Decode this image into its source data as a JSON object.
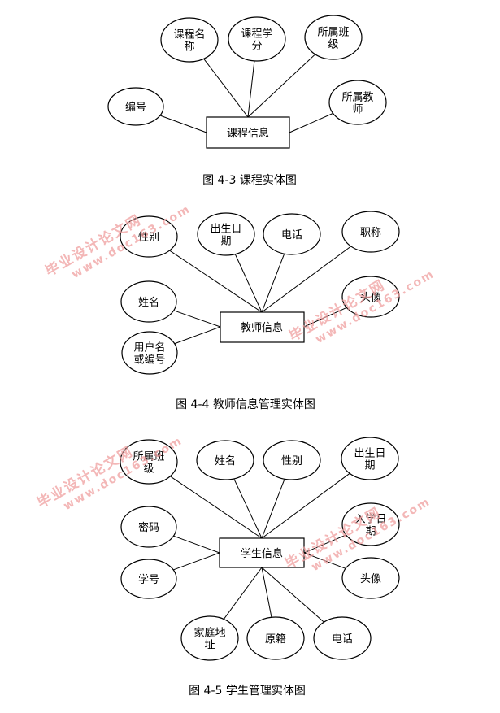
{
  "figures": [
    {
      "caption": "图 4-3 课程实体图",
      "entity": "课程信息",
      "attributes": [
        [
          "课程名",
          "称"
        ],
        [
          "课程学",
          "分"
        ],
        [
          "所属班",
          "级"
        ],
        [
          "编号"
        ],
        [
          "所属教",
          "师"
        ]
      ]
    },
    {
      "caption": "图 4-4 教师信息管理实体图",
      "entity": "教师信息",
      "attributes": [
        [
          "性别"
        ],
        [
          "出生日",
          "期"
        ],
        [
          "电话"
        ],
        [
          "职称"
        ],
        [
          "姓名"
        ],
        [
          "头像"
        ],
        [
          "用户名",
          "或编号"
        ]
      ]
    },
    {
      "caption": "图 4-5 学生管理实体图",
      "entity": "学生信息",
      "attributes": [
        [
          "所属班",
          "级"
        ],
        [
          "姓名"
        ],
        [
          "性别"
        ],
        [
          "出生日",
          "期"
        ],
        [
          "密码"
        ],
        [
          "入学日",
          "期"
        ],
        [
          "学号"
        ],
        [
          "头像"
        ],
        [
          "家庭地",
          "址"
        ],
        [
          "原籍"
        ],
        [
          "电话"
        ]
      ]
    }
  ],
  "watermark": {
    "line1": "毕业设计论文网",
    "line2": "www.doc163.com",
    "color": "#f0a0a0"
  }
}
